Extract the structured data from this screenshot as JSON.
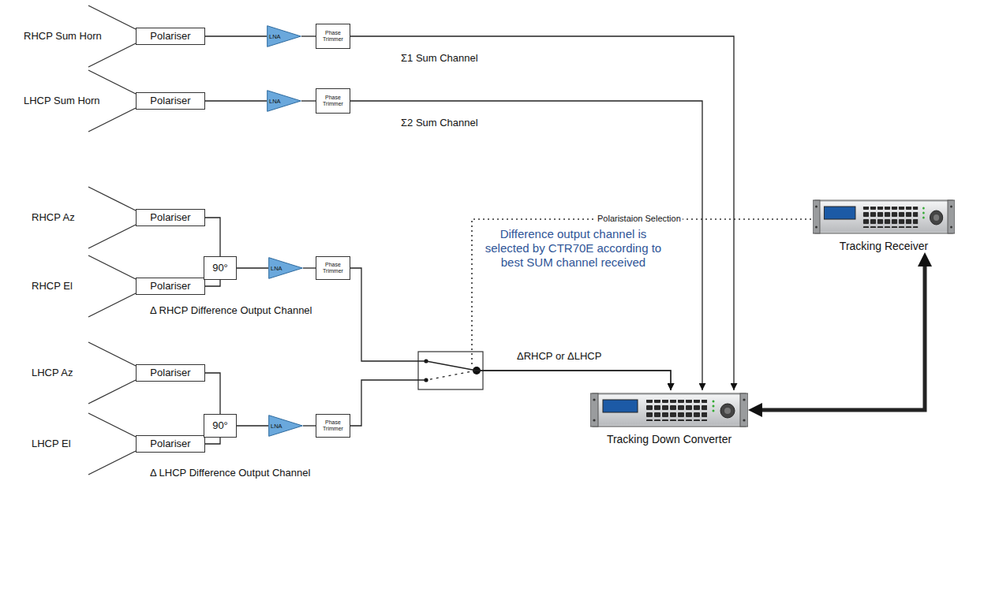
{
  "diagram": {
    "nodes": [
      {
        "text": [
          "Polariser"
        ]
      },
      {
        "text": [
          "LNA"
        ]
      },
      {
        "text": [
          "Phase Trimmer"
        ]
      },
      {
        "text": [
          "Polariser"
        ]
      },
      {
        "text": [
          "LNA"
        ]
      },
      {
        "text": [
          "Phase Trimmer"
        ]
      },
      {
        "text": [
          "Polariser"
        ]
      },
      {
        "text": [
          "Polariser"
        ]
      },
      {
        "text": [
          "90°"
        ]
      },
      {
        "text": [
          "LNA"
        ]
      },
      {
        "text": [
          "Phase Trimmer"
        ]
      },
      {
        "text": [
          "Polariser"
        ]
      },
      {
        "text": [
          "Polariser"
        ]
      },
      {
        "text": [
          "90°"
        ]
      },
      {
        "text": [
          "LNA"
        ]
      },
      {
        "text": [
          "Phase Trimmer"
        ]
      },
      {
        "text": [
          "Tracking Down Converter"
        ]
      },
      {
        "text": [
          "Tracking Receiver"
        ]
      }
    ],
    "edges": [
      {
        "from": 0,
        "to": 1,
        "arrow": "none"
      },
      {
        "from": 1,
        "to": 2,
        "arrow": "none"
      },
      {
        "from": 2,
        "to": 16,
        "arrow": "to"
      },
      {
        "from": 3,
        "to": 4,
        "arrow": "none"
      },
      {
        "from": 4,
        "to": 5,
        "arrow": "none"
      },
      {
        "from": 5,
        "to": 16,
        "arrow": "to"
      },
      {
        "from": 6,
        "to": 8,
        "arrow": "none"
      },
      {
        "from": 7,
        "to": 8,
        "arrow": "none"
      },
      {
        "from": 8,
        "to": 9,
        "arrow": "none"
      },
      {
        "from": 9,
        "to": 10,
        "arrow": "none"
      },
      {
        "from": 10,
        "to": 16,
        "arrow": "to"
      },
      {
        "from": 11,
        "to": 13,
        "arrow": "none"
      },
      {
        "from": 12,
        "to": 13,
        "arrow": "none"
      },
      {
        "from": 13,
        "to": 14,
        "arrow": "none"
      },
      {
        "from": 14,
        "to": 15,
        "arrow": "none"
      },
      {
        "from": 15,
        "to": 16,
        "arrow": "to"
      },
      {
        "from": 16,
        "to": 17,
        "arrow": "both"
      }
    ],
    "labels": [
      "RHCP Sum Horn",
      "LHCP Sum Horn",
      "Σ1 Sum Channel",
      "Σ2 Sum Channel",
      "RHCP Az",
      "RHCP El",
      "Δ RHCP Difference Output Channel",
      "LHCP Az",
      "LHCP El",
      "Δ LHCP Difference Output Channel",
      "Polaristaion Selection",
      "Difference output channel is selected by CTR70E according to best SUM channel received",
      "ΔRHCP or ΔLHCP"
    ]
  }
}
